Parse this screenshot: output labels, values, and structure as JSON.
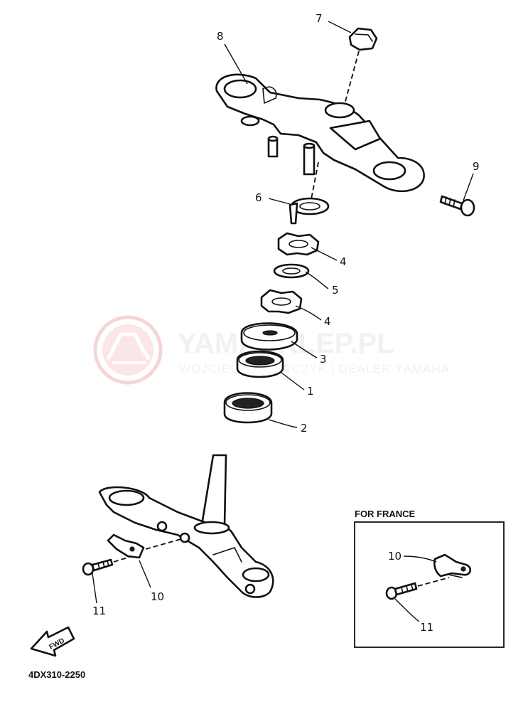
{
  "watermark": {
    "title": "YAMASKLEP.PL",
    "subtitle": "WOJCIECH KRAWCZYK | DEALER YAMAHA",
    "logo_icon": "yamaha-tuning-fork-logo",
    "color": "#e8a0a0"
  },
  "callouts": [
    {
      "id": "callout-7",
      "text": "7"
    },
    {
      "id": "callout-8",
      "text": "8"
    },
    {
      "id": "callout-9",
      "text": "9"
    },
    {
      "id": "callout-6",
      "text": "6"
    },
    {
      "id": "callout-4a",
      "text": "4"
    },
    {
      "id": "callout-5",
      "text": "5"
    },
    {
      "id": "callout-4b",
      "text": "4"
    },
    {
      "id": "callout-3",
      "text": "3"
    },
    {
      "id": "callout-1",
      "text": "1"
    },
    {
      "id": "callout-2",
      "text": "2"
    },
    {
      "id": "callout-10",
      "text": "10"
    },
    {
      "id": "callout-11",
      "text": "11"
    },
    {
      "id": "callout-10-france",
      "text": "10"
    },
    {
      "id": "callout-11-france",
      "text": "11"
    }
  ],
  "france_box": {
    "title": "FOR FRANCE"
  },
  "direction_arrow": {
    "label": "FWD",
    "icon": "forward-arrow-icon"
  },
  "diagram_code": "4DX310-2250"
}
